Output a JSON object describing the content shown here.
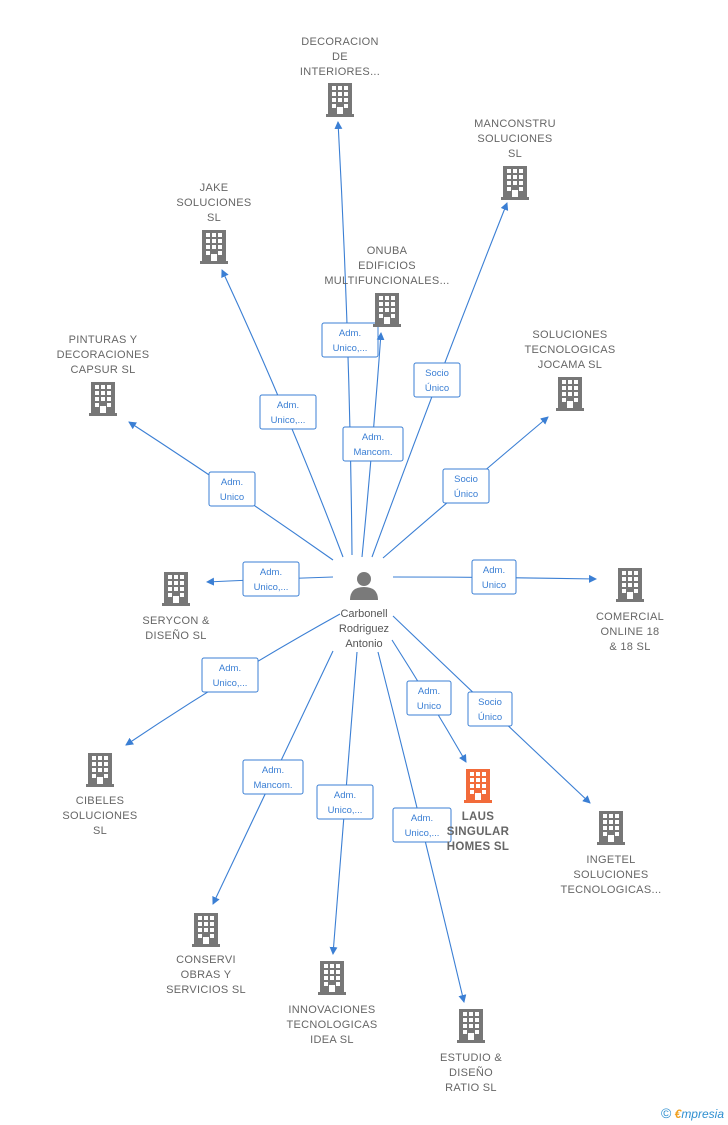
{
  "center": {
    "label_lines": [
      "Carbonell",
      "Rodriguez",
      "Antonio"
    ]
  },
  "colors": {
    "edge": "#3b7fd4",
    "building": "#777777",
    "highlight": "#f26b3a"
  },
  "nodes": [
    {
      "id": "decoracion",
      "lines": [
        "DECORACION",
        "DE",
        "INTERIORES..."
      ],
      "role": "Adm. Unico,...",
      "highlight": false
    },
    {
      "id": "manconstru",
      "lines": [
        "MANCONSTRU",
        "SOLUCIONES",
        "SL"
      ],
      "role": "Socio Único",
      "highlight": false
    },
    {
      "id": "jake",
      "lines": [
        "JAKE",
        "SOLUCIONES",
        "SL"
      ],
      "role": "Adm. Unico,...",
      "highlight": false
    },
    {
      "id": "onuba",
      "lines": [
        "ONUBA",
        "EDIFICIOS",
        "MULTIFUNCIONALES..."
      ],
      "role": "Adm. Mancom.",
      "highlight": false
    },
    {
      "id": "soluciones-jocama",
      "lines": [
        "SOLUCIONES",
        "TECNOLOGICAS",
        "JOCAMA  SL"
      ],
      "role": "Socio Único",
      "highlight": false
    },
    {
      "id": "pinturas",
      "lines": [
        "PINTURAS Y",
        "DECORACIONES",
        "CAPSUR  SL"
      ],
      "role": "Adm. Unico",
      "highlight": false
    },
    {
      "id": "serycon",
      "lines": [
        "SERYCON &",
        "DISEÑO  SL"
      ],
      "role": "Adm. Unico,...",
      "highlight": false
    },
    {
      "id": "comercial",
      "lines": [
        "COMERCIAL",
        "ONLINE 18",
        "& 18 SL"
      ],
      "role": "Adm. Unico",
      "highlight": false
    },
    {
      "id": "cibeles",
      "lines": [
        "CIBELES",
        "SOLUCIONES",
        "SL"
      ],
      "role": "Adm. Unico,...",
      "highlight": false
    },
    {
      "id": "laus",
      "lines": [
        "LAUS",
        "SINGULAR",
        "HOMES  SL"
      ],
      "role": "Adm. Unico",
      "highlight": true
    },
    {
      "id": "ingetel",
      "lines": [
        "INGETEL",
        "SOLUCIONES",
        "TECNOLOGICAS..."
      ],
      "role": "Socio Único",
      "highlight": false
    },
    {
      "id": "conservi",
      "lines": [
        "CONSERVI",
        "OBRAS Y",
        "SERVICIOS  SL"
      ],
      "role": "Adm. Mancom.",
      "highlight": false
    },
    {
      "id": "innovaciones",
      "lines": [
        "INNOVACIONES",
        "TECNOLOGICAS",
        "IDEA  SL"
      ],
      "role": "Adm. Unico,...",
      "highlight": false
    },
    {
      "id": "estudio",
      "lines": [
        "ESTUDIO &",
        "DISEÑO",
        "RATIO  SL"
      ],
      "role": "Adm. Unico,...",
      "highlight": false
    }
  ],
  "brand": {
    "copyright": "©",
    "first": "€",
    "rest": "mpresia"
  }
}
